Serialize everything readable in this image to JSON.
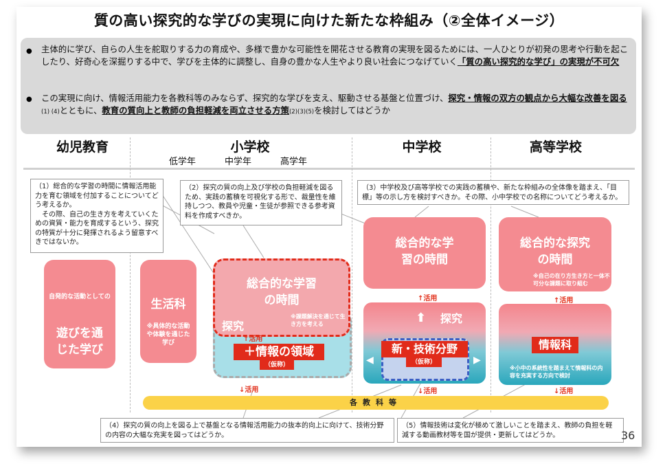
{
  "title": "質の高い探究的な学びの実現に向けた新たな枠組み（②全体イメージ）",
  "summary": {
    "bullet1_a": "主体的に学び、自らの人生を舵取りする力の育成や、多様で豊かな可能性を開花させる教育の実現を図るためには、一人ひとりが初発の思考や行動を起こしたり、好奇心を深掘りする中で、学びを主体的に調整し、自身の豊かな人生やより良い社会につなげていく",
    "bullet1_b": "「質の高い探究的な学び」の実現が不可欠",
    "bullet2_a": "この実現に向け、情報活用能力を各教科等のみならず、探究的な学びを支え、駆動させる基盤と位置づけ、",
    "bullet2_b": "探究・情報の双方の観点から大幅な改善を図る",
    "bullet2_c": "(1) (4)",
    "bullet2_d": "とともに、",
    "bullet2_e": "教育の質向上と教師の負担軽減を両立させる方策",
    "bullet2_f": "(2)(3)(5)",
    "bullet2_g": "を検討してはどうか"
  },
  "columns": {
    "kinder": "幼児教育",
    "elementary": "小学校",
    "junior": "中学校",
    "senior": "高等学校",
    "grades": [
      "低学年",
      "中学年",
      "高学年"
    ]
  },
  "notes": {
    "n1": "（1）総合的な学習の時間に情報活用能力を育む領域を付加することについてどう考えるか。\n　その際、自己の生き方を考えていくための資質・能力を育成するという、探究の特質が十分に発揮されるよう留意すべきではないか。",
    "n2": "（2）探究の質の向上及び学校の負担軽減を図るため、実践の蓄積を可視化する形で、裁量性を維持しつつ、教員や児童・生徒が参照できる参考資料を作成すべきか。",
    "n3": "（3）中学校及び高等学校での実践の蓄積や、新たな枠組みの全体像を踏まえ、「目標」等の示し方を検討すべきか。その際、小中学校での名称についてどう考えるか。",
    "n4": "（4）探究の質の向上を図る上で基盤となる情報活用能力の抜本的向上に向けて、技術分野の内容の大幅な充実を図ってはどうか。",
    "n5": "（5）情報技術は変化が極めて激しいことを踏まえ、教師の負担を軽減する動画教材等を国が提供・更新してはどうか。"
  },
  "boxes": {
    "kinder_small": "自発的な活動としての",
    "kinder_main": "遊びを通じた学び",
    "seikatsu": "生活科",
    "seikatsu_note": "※具体的な活動や体験を通じた学び",
    "elem_sogo": "総合的な学習の時間",
    "elem_sogo_note": "※課題解決を通じて生き方を考える",
    "tankyu": "探究",
    "elem_info": "＋情報の領域",
    "kasho": "（仮称）",
    "jh_sogo": "総合的な学習の時間",
    "jh_tech": "新・技術分野",
    "hs_sogo": "総合的な探究の時間",
    "hs_sogo_note": "※自己の在り方生き方と一体不可分な課題に取り組む",
    "hs_info": "情報科",
    "hs_info_note": "※小中の系統性を踏まえて情報科の内容を充実する方向で検討",
    "katsuyo": "活用",
    "kakukyoka": "各教科等"
  },
  "page_number": "36",
  "colors": {
    "accent_red": "#e12b1a",
    "pink": "#f48b91",
    "teal": "#2aa7bc",
    "yellow": "#fbd248"
  }
}
